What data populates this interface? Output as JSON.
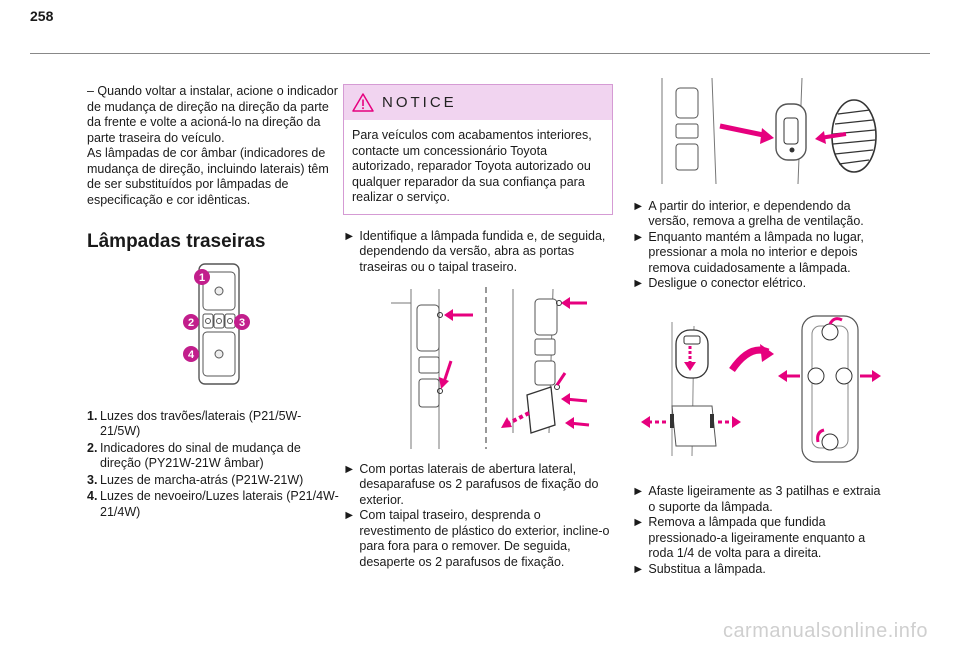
{
  "page": {
    "number": "258"
  },
  "left": {
    "p1": "– Quando voltar a instalar, acione o indicador de mudança de direção na direção da parte da frente e volte a acioná-lo na direção da parte traseira do veículo.",
    "p2": "As lâmpadas de cor âmbar (indicadores de mudança de direção, incluindo laterais) têm de ser substituídos por lâmpadas de especificação e cor idênticas.",
    "heading": "Lâmpadas traseiras",
    "figure_markers": [
      "1",
      "2",
      "3",
      "4"
    ],
    "list": [
      {
        "num": "1.",
        "text": "Luzes dos travões/laterais (P21/5W-21/5W)"
      },
      {
        "num": "2.",
        "text": "Indicadores do sinal de mudança de direção (PY21W-21W âmbar)"
      },
      {
        "num": "3.",
        "text": "Luzes de marcha-atrás (P21W-21W)"
      },
      {
        "num": "4.",
        "text": "Luzes de nevoeiro/Luzes laterais (P21/4W-21/4W)"
      }
    ]
  },
  "middle": {
    "notice_title": "NOTICE",
    "notice_text": "Para veículos com acabamentos interiores, contacte um concessionário Toyota autorizado, reparador Toyota autorizado ou qualquer reparador da sua confiança para realizar o serviço.",
    "step1": "Identifique a lâmpada fundida e, de seguida, dependendo da versão, abra as portas traseiras ou o taipal traseiro.",
    "step2": "Com portas laterais de abertura lateral, desaparafuse os 2 parafusos de fixação do exterior.",
    "step3": "Com taipal traseiro, desprenda o revestimento de plástico do exterior, incline-o para fora para o remover. De seguida, desaperte os 2 parafusos de fixação."
  },
  "right": {
    "step1": "A partir do interior, e dependendo da versão, remova a grelha de ventilação.",
    "step2": "Enquanto mantém a lâmpada no lugar, pressionar a mola no interior e depois remova cuidadosamente a lâmpada.",
    "step3": "Desligue o conector elétrico.",
    "step4": "Afaste ligeiramente as 3 patilhas e extraia o suporte da lâmpada.",
    "step5": "Remova a lâmpada que fundida pressionado-a ligeiramente enquanto a roda 1/4 de volta para a direita.",
    "step6": "Substitua a lâmpada."
  },
  "glyphs": {
    "step_arrow": "►"
  },
  "watermark": "carmanualsonline.info",
  "colors": {
    "accent": "#e6007e",
    "notice_bg": "#f1d4f0",
    "notice_border": "#d59bd4"
  }
}
